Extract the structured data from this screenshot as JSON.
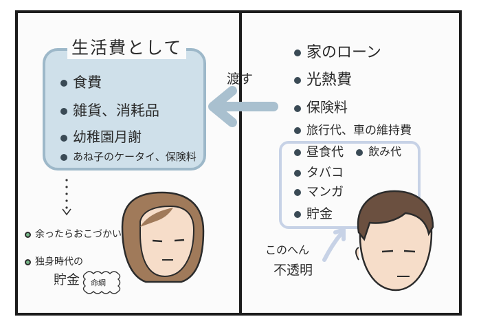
{
  "left": {
    "title": "生活費として",
    "items": [
      "食費",
      "雑貨、消耗品",
      "幼稚園月謝",
      "あね子のケータイ、保険料"
    ],
    "notes": [
      "余ったらおこづかい",
      "独身時代の"
    ],
    "savings_label": "貯金",
    "lifeline_label": "命綱"
  },
  "middle": {
    "handover_label": "渡す"
  },
  "right": {
    "items": [
      "家のローン",
      "光熱費",
      "保険料",
      "旅行代、車の維持費"
    ],
    "opaque_items": [
      "昼食代",
      "飲み代",
      "タバコ",
      "マンガ",
      "貯金"
    ],
    "caption_line1": "このへん",
    "caption_line2": "不透明"
  },
  "colors": {
    "box_fill": "#cfe0ea",
    "box_border": "#9db8c9",
    "arrow": "#a9c0cf",
    "bracket": "#c7d2e6",
    "note_dot": "#78b98a"
  }
}
